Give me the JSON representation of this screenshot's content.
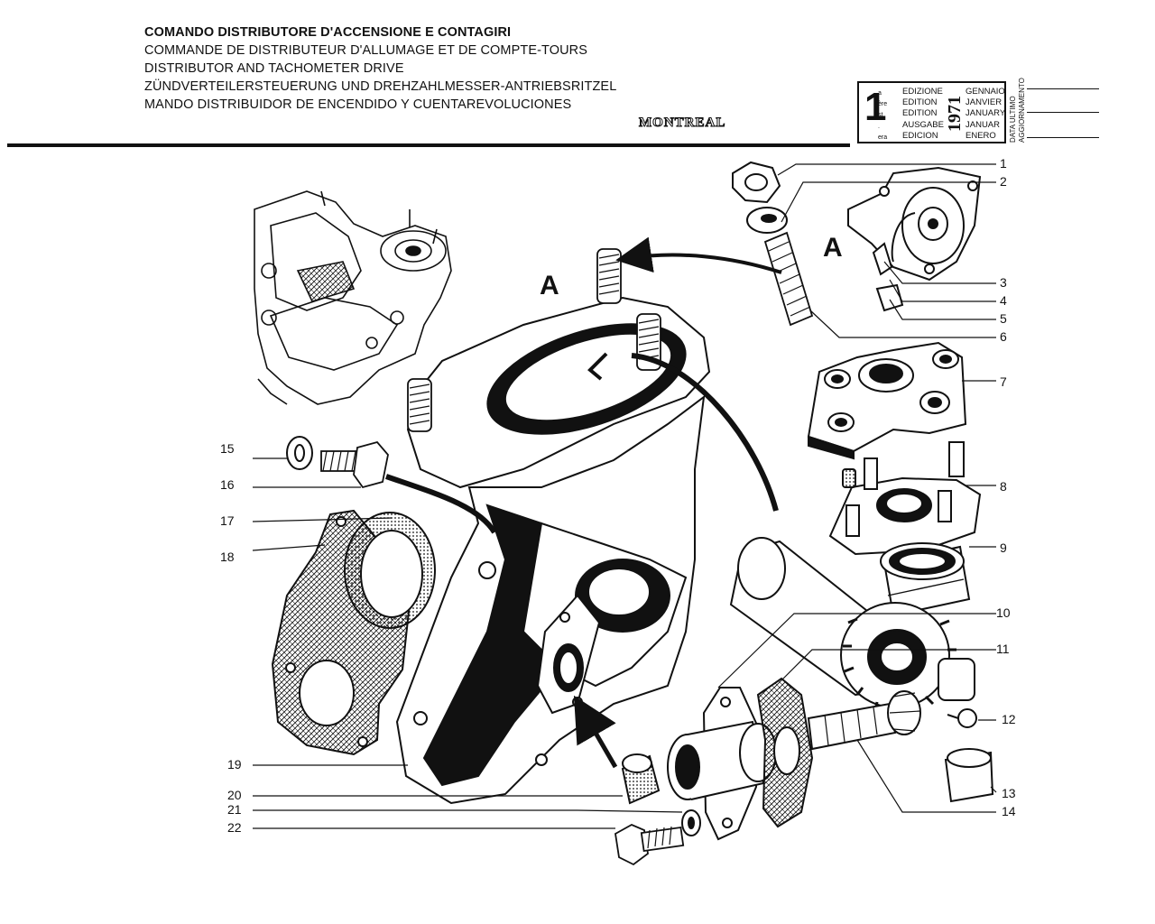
{
  "titles": [
    "COMANDO DISTRIBUTORE D'ACCENSIONE E CONTAGIRI",
    "COMMANDE DE DISTRIBUTEUR D'ALLUMAGE ET DE COMPTE-TOURS",
    "DISTRIBUTOR AND TACHOMETER DRIVE",
    "ZÜNDVERTEILERSTEUERUNG UND DREHZAHLMESSER-ANTRIEBSRITZEL",
    "MANDO DISTRIBUIDOR DE ENCENDIDO Y CUENTAREVOLUCIONES"
  ],
  "model": "MONTREAL",
  "edition": {
    "number": "1",
    "superscripts": [
      "a",
      "ère",
      "st",
      ".",
      "era"
    ],
    "words": [
      "EDIZIONE",
      "EDITION",
      "EDITION",
      "AUSGABE",
      "EDICION"
    ],
    "year": "1971",
    "months": [
      "GENNAIO",
      "JANVIER",
      "JANUARY",
      "JANUAR",
      "ENERO"
    ],
    "update_label": [
      "DATA ULTIMO",
      "AGGIORNAMENTO"
    ]
  },
  "view_label": "A",
  "detail_label": "A",
  "callouts": [
    "1",
    "2",
    "3",
    "4",
    "5",
    "6",
    "7",
    "8",
    "9",
    "10",
    "11",
    "12",
    "13",
    "14",
    "15",
    "16",
    "17",
    "18",
    "19",
    "20",
    "21",
    "22"
  ]
}
